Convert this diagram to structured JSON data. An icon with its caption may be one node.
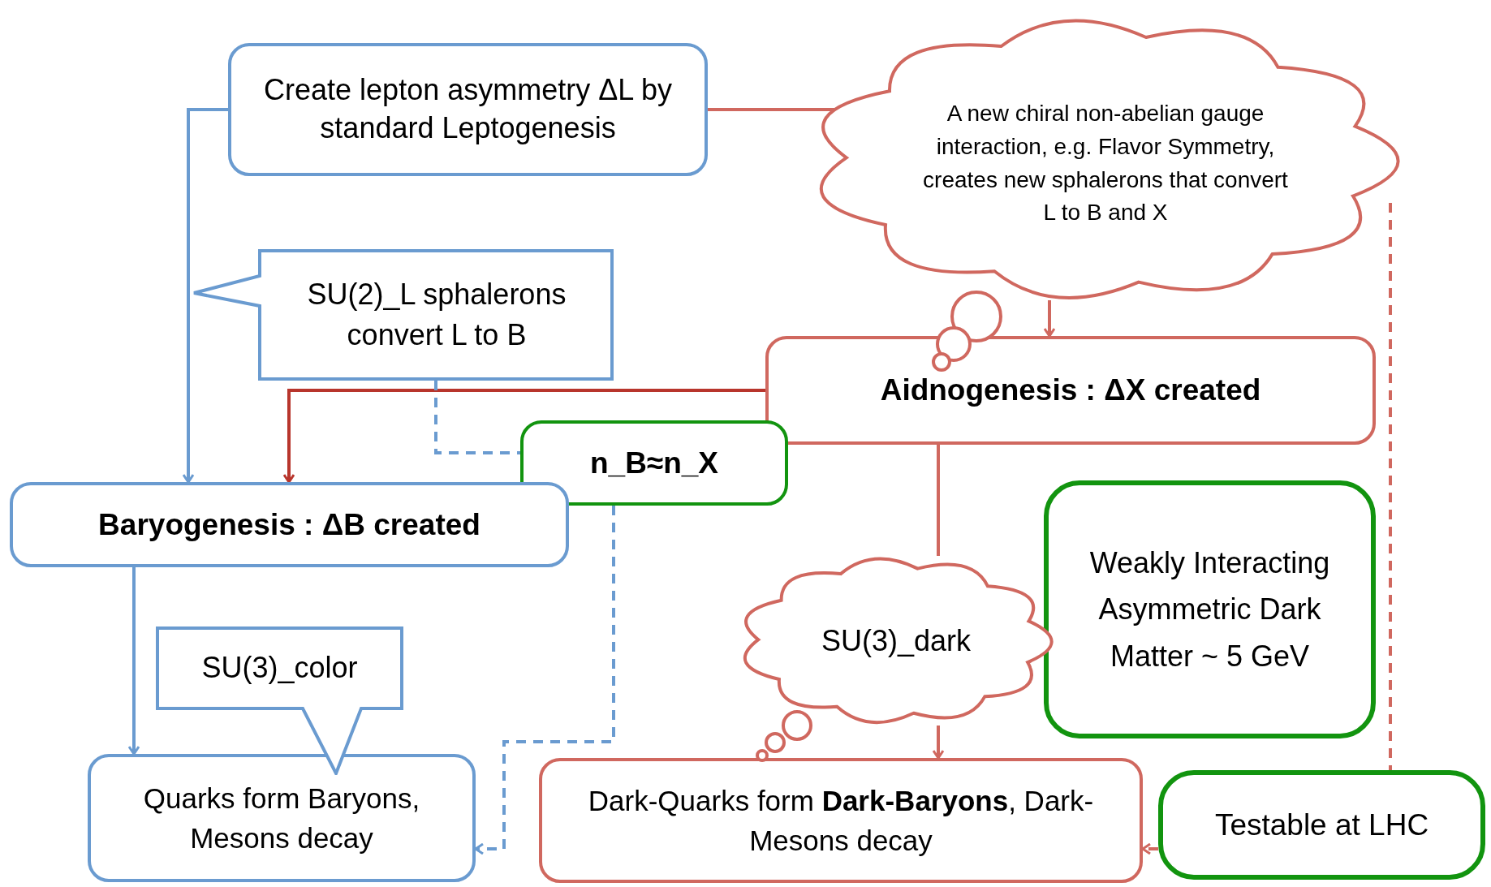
{
  "diagram": {
    "nodes": [
      {
        "text": [
          "Create lepton asymmetry ΔL by standard Leptogenesis"
        ]
      },
      {
        "text": [
          "A new chiral non-abelian gauge interaction, e.g. Flavor Symmetry, creates new sphalerons that convert L to B and X"
        ]
      },
      {
        "text": [
          "SU(2)_L sphalerons convert L to B"
        ]
      },
      {
        "text": [
          "Aidnogenesis : ΔX created"
        ]
      },
      {
        "text": [
          "n_B≈n_X"
        ]
      },
      {
        "text": [
          "Baryogenesis : ΔB created"
        ]
      },
      {
        "text": [
          "Weakly Interacting Asymmetric Dark Matter ~ 5 GeV"
        ]
      },
      {
        "text": [
          "SU(3)_color"
        ]
      },
      {
        "text": [
          "SU(3)_dark"
        ]
      },
      {
        "text": [
          "Quarks form Baryons, Mesons decay"
        ]
      },
      {
        "text": [
          "Dark-Quarks form **Dark-Baryons**, Dark-Mesons decay"
        ]
      },
      {
        "text": [
          "Testable at LHC"
        ]
      }
    ],
    "edges": [
      {
        "from": 0,
        "to": 5,
        "arrow": "to",
        "color": "#6a9bd0"
      },
      {
        "from": 0,
        "to": 1,
        "arrow": "none"
      },
      {
        "from": 1,
        "to": 3,
        "arrow": "to"
      },
      {
        "from": 3,
        "to": 5,
        "arrow": "to",
        "color": "#b8352c"
      },
      {
        "from": 2,
        "to": 4,
        "arrow": "none",
        "style": "dashed",
        "color": "#6a9bd0"
      },
      {
        "from": 4,
        "to": 9,
        "arrow": "to",
        "style": "dashed",
        "color": "#6a9bd0"
      },
      {
        "from": 5,
        "to": 9,
        "arrow": "to",
        "color": "#6a9bd0"
      },
      {
        "from": 3,
        "to": 8,
        "arrow": "none"
      },
      {
        "from": 8,
        "to": 10,
        "arrow": "to"
      },
      {
        "from": 11,
        "to": 10,
        "arrow": "to",
        "style": "dashed"
      },
      {
        "from": 1,
        "to": 11,
        "arrow": "none",
        "style": "dashed"
      }
    ]
  }
}
